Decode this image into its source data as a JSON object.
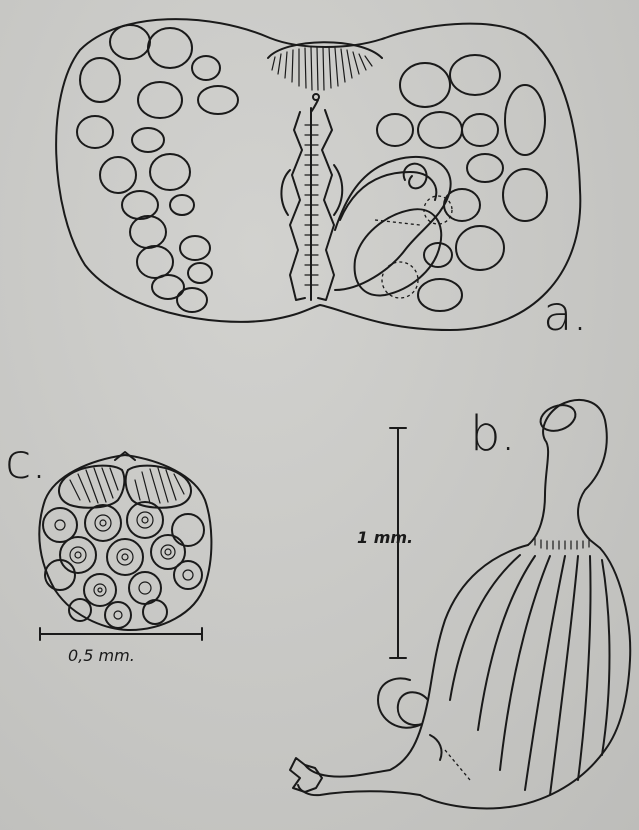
{
  "figures": {
    "a": {
      "label": "a."
    },
    "b": {
      "label": "b.",
      "scale_label": "1 mm."
    },
    "c": {
      "label": "c.",
      "scale_label": "0,5 mm."
    }
  }
}
